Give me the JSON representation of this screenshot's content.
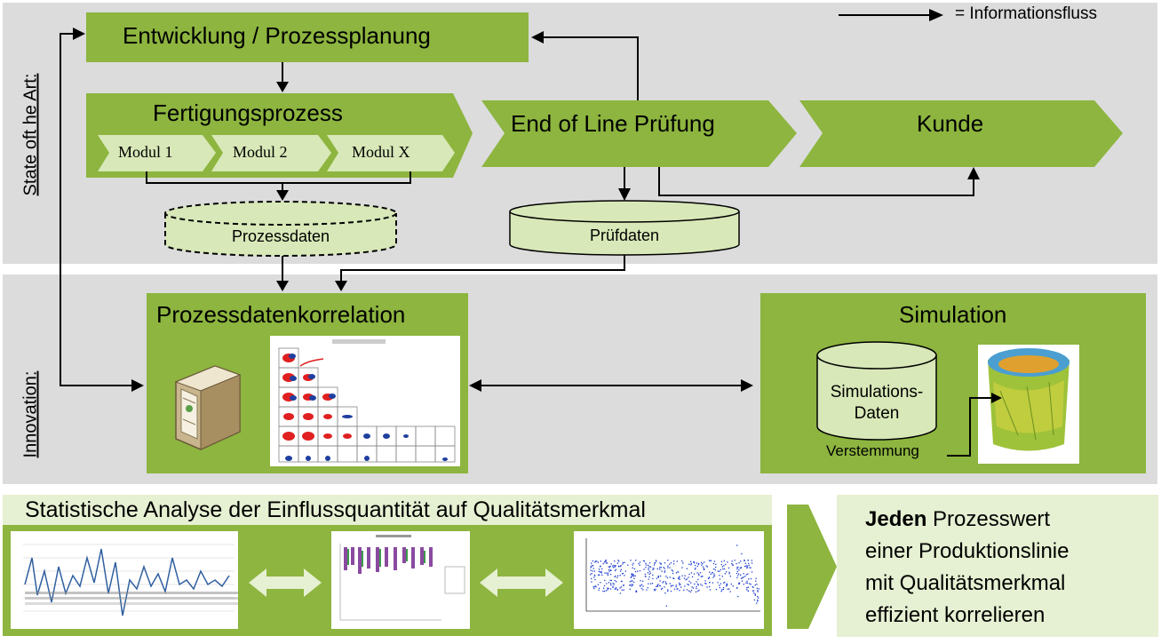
{
  "legend": {
    "label": "= Informationsfluss"
  },
  "sections": {
    "state_of_art": "State oft he Art:",
    "innovation": "Innovation:"
  },
  "boxes": {
    "entwicklung": "Entwicklung / Prozessplanung",
    "fertigung": "Fertigungsprozess",
    "modules": [
      "Modul 1",
      "Modul 2",
      "Modul X"
    ],
    "eol": "End of Line Prüfung",
    "kunde": "Kunde",
    "prozessdaten": "Prozessdaten",
    "pruefdaten": "Prüfdaten",
    "korrelation": "Prozessdatenkorrelation",
    "simulation": "Simulation",
    "simulationsdaten_line1": "Simulations-",
    "simulationsdaten_line2": "Daten",
    "verstemmung": "Verstemmung"
  },
  "statistik": {
    "title": "Statistische Analyse der Einflussquantität auf Qualitätsmerkmal"
  },
  "conclusion": {
    "bold": "Jeden",
    "line1_rest": " Prozesswert",
    "line2": "einer Produktionslinie",
    "line3": "mit Qualitätsmerkmal",
    "line4": "effizient korrelieren"
  },
  "colors": {
    "green": "#8db53f",
    "light_green": "#d8e8b8",
    "panel_gray": "#dcdcdc",
    "blue_plot": "#1f3f9f",
    "red_plot": "#e02020"
  }
}
